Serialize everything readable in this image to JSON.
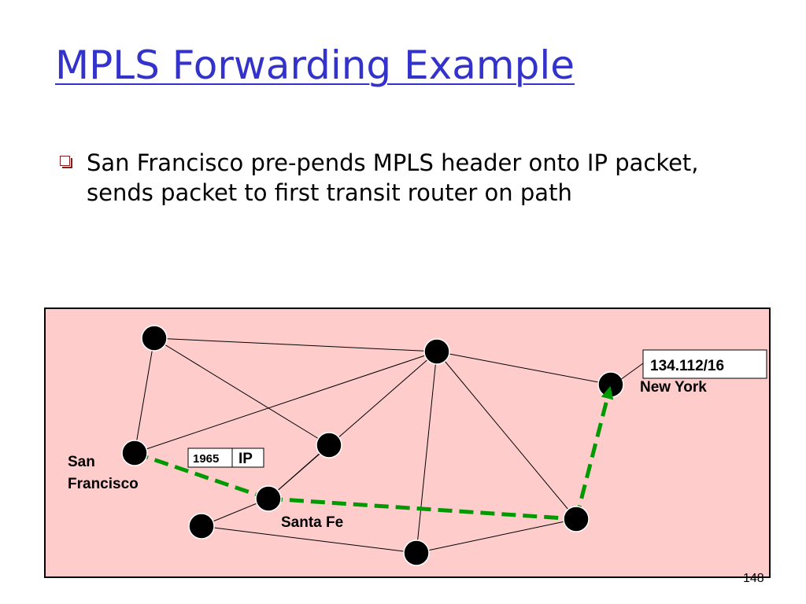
{
  "slide": {
    "title": "MPLS Forwarding Example",
    "bullet": "San Francisco pre-pends MPLS header onto IP packet, sends packet to first transit router on path",
    "page_number": "148"
  },
  "diagram": {
    "background_color": "#ffcccc",
    "path_color": "#009900",
    "nodes": [
      {
        "id": "n1",
        "label": ""
      },
      {
        "id": "n2",
        "label": ""
      },
      {
        "id": "n3",
        "label": "New York"
      },
      {
        "id": "n4",
        "label": "San Francisco"
      },
      {
        "id": "n5",
        "label": ""
      },
      {
        "id": "n6",
        "label": "Santa Fe"
      },
      {
        "id": "n7",
        "label": ""
      },
      {
        "id": "n8",
        "label": ""
      },
      {
        "id": "n9",
        "label": ""
      }
    ],
    "edges": [
      [
        "n1",
        "n2"
      ],
      [
        "n1",
        "n4"
      ],
      [
        "n1",
        "n5"
      ],
      [
        "n2",
        "n3"
      ],
      [
        "n2",
        "n4"
      ],
      [
        "n2",
        "n6"
      ],
      [
        "n2",
        "n8"
      ],
      [
        "n2",
        "n9"
      ],
      [
        "n5",
        "n6"
      ],
      [
        "n6",
        "n7"
      ],
      [
        "n7",
        "n8"
      ],
      [
        "n8",
        "n9"
      ]
    ],
    "path": [
      "n4",
      "n6",
      "n9",
      "n3"
    ],
    "labels": {
      "san_francisco_line1": "San",
      "san_francisco_line2": "Francisco",
      "santa_fe": "Santa Fe",
      "new_york": "New York"
    },
    "packet": {
      "mpls_label": "1965",
      "payload": "IP"
    },
    "destination_prefix": "134.112/16"
  }
}
